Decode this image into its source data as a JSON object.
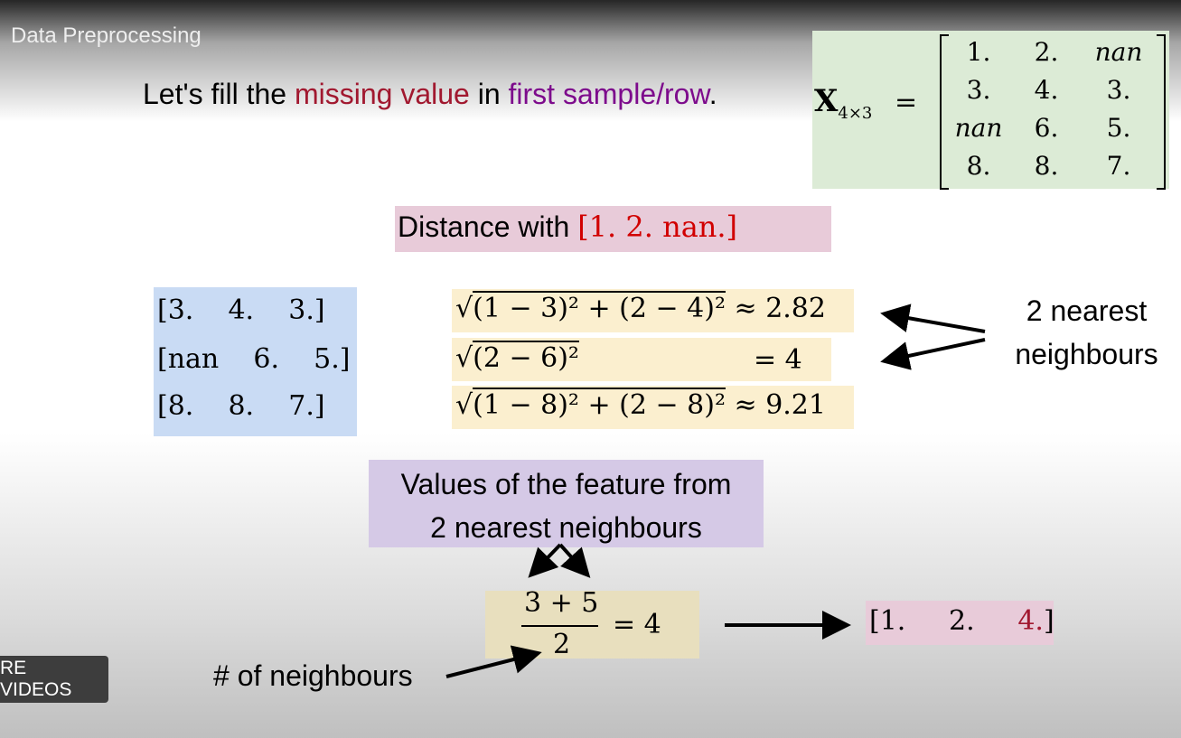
{
  "video": {
    "title": "Data Preprocessing",
    "more_videos_label": "RE VIDEOS"
  },
  "intro": {
    "prefix": "Let's fill the ",
    "highlight1": "missing value",
    "middle": " in ",
    "highlight2": "first sample/row",
    "suffix": "."
  },
  "matrix": {
    "label": "X",
    "subscript": "4×3",
    "equals": "=",
    "cells": [
      "1.",
      "2.",
      "nan",
      "3.",
      "4.",
      "3.",
      "nan",
      "6.",
      "5.",
      "8.",
      "8.",
      "7."
    ]
  },
  "distance": {
    "label": "Distance with ",
    "vector": "[1.    2.    nan.]"
  },
  "rows": [
    "[3.    4.    3.]",
    "[nan    6.    5.]",
    "[8.    8.    7.]"
  ],
  "formulas": [
    {
      "radicand": "(1 − 3)² + (2 − 4)²",
      "result": "≈ 2.82"
    },
    {
      "radicand": "(2 − 6)²",
      "result": "= 4"
    },
    {
      "radicand": "(1 − 8)² + (2 − 8)²",
      "result": "≈ 9.21"
    }
  ],
  "nearest_label": {
    "line1": "2 nearest",
    "line2": "neighbours"
  },
  "values_label": {
    "line1": "Values of the feature from",
    "line2": "2 nearest neighbours"
  },
  "calc": {
    "numerator": "3 + 5",
    "denominator": "2",
    "result": "= 4"
  },
  "result": {
    "prefix": "[1.     2.     ",
    "filled": "4.",
    "suffix": "]"
  },
  "neighbours_count_label": "# of neighbours"
}
